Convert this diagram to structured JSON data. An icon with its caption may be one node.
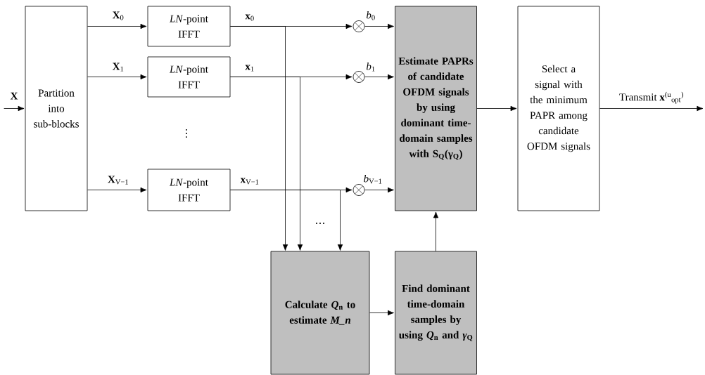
{
  "diagram": {
    "nodes": [
      {
        "text": [
          "Partition into sub-blocks"
        ]
      },
      {
        "text": [
          "*LN*-point IFFT"
        ]
      },
      {
        "text": [
          "*LN*-point IFFT"
        ]
      },
      {
        "text": [
          "*LN*-point IFFT"
        ]
      },
      {
        "text": [],
        "shape": "circle"
      },
      {
        "text": [],
        "shape": "circle"
      },
      {
        "text": [],
        "shape": "circle"
      },
      {
        "text": [
          "Estimate PAPRs of candidate OFDM signals by using dominant time-domain samples with S$_{Q}$(γ$_{Q}$)"
        ]
      },
      {
        "text": [
          "Select a signal with the minimum PAPR among candidate OFDM signals"
        ]
      },
      {
        "text": [
          "Calculate *Q*$_{n}$ to estimate *M_n*"
        ]
      },
      {
        "text": [
          "Find dominant time-domain samples by using *Q*$_{n}$ and *γ*$_{Q}$"
        ]
      }
    ],
    "edges": [
      {
        "from": null,
        "to": 0,
        "arrow": "to",
        "label": "X"
      },
      {
        "from": 0,
        "to": 1,
        "arrow": "to",
        "label": "**X**$_{0}$"
      },
      {
        "from": 0,
        "to": 2,
        "arrow": "to",
        "label": "**X**$_{1}$"
      },
      {
        "from": 0,
        "to": 3,
        "arrow": "to",
        "label": "**X**$_{V−1}$"
      },
      {
        "from": 1,
        "to": 4,
        "arrow": "to",
        "label": "**x**$_{0}$"
      },
      {
        "from": 2,
        "to": 5,
        "arrow": "to",
        "label": "**x**$_{1}$"
      },
      {
        "from": 3,
        "to": 6,
        "arrow": "to",
        "label": "**x**$_{V−1}$"
      },
      {
        "from": 4,
        "to": 7,
        "arrow": "to",
        "label": "*b*$_{0}$"
      },
      {
        "from": 5,
        "to": 7,
        "arrow": "to",
        "label": "*b*$_{1}$"
      },
      {
        "from": 6,
        "to": 7,
        "arrow": "to",
        "label": "*b*$_{V−1}$"
      },
      {
        "from": 1,
        "to": 9,
        "arrow": "to"
      },
      {
        "from": 2,
        "to": 9,
        "arrow": "to"
      },
      {
        "from": 3,
        "to": 9,
        "arrow": "to"
      },
      {
        "from": 9,
        "to": 10,
        "arrow": "to"
      },
      {
        "from": 10,
        "to": 7,
        "arrow": "to"
      },
      {
        "from": 7,
        "to": 8,
        "arrow": "to"
      },
      {
        "from": 8,
        "to": null,
        "arrow": "to",
        "label": "Transmit **x**$^{(u}$$_{opt}$$^{)}$"
      }
    ],
    "labels": [
      "⋮",
      "…"
    ]
  }
}
